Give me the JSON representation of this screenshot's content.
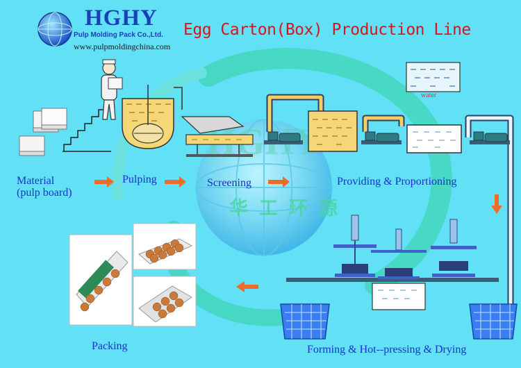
{
  "header": {
    "brand": "HGHY",
    "company": "Pulp Molding Pack Co.,Ltd.",
    "url": "www.pulpmoldingchina.com",
    "title": "Egg Carton(Box) Production Line"
  },
  "steps": {
    "material": [
      "Material",
      "(pulp board)"
    ],
    "pulping": "Pulping",
    "screening": "Screening",
    "providing": "Providing & Proportioning",
    "forming": "Forming & Hot--pressing & Drying",
    "packing": "Packing"
  },
  "labels": {
    "water": "water",
    "watermark_cn": "华工环源"
  },
  "colors": {
    "background": "#61e0f6",
    "brand_blue": "#1a3fb8",
    "title_red": "#d4181f",
    "step_text": "#1c2fd0",
    "arrow_orange": "#f06a28",
    "tank_yellow": "#f6d777",
    "pipe_yellow": "#f4cd63",
    "machine_teal": "#2e7a80",
    "crate_blue": "#1d66e8",
    "press_blue": "#3d63c8"
  },
  "icons": {
    "logo": "globe-icon",
    "flow_arrow": "arrow-right-icon",
    "flow_down": "arrow-down-icon",
    "flow_back": "arrow-left-icon"
  }
}
